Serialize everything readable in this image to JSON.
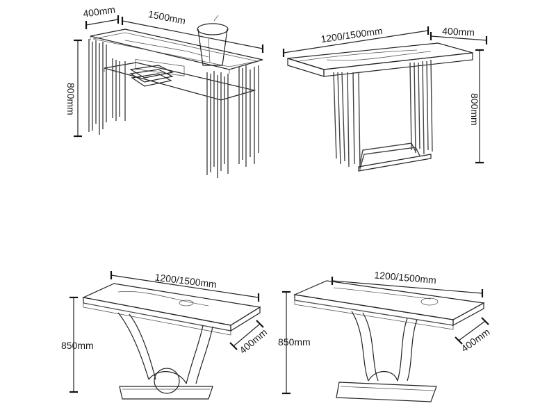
{
  "figures": [
    {
      "id": "table-1",
      "depth": "400mm",
      "length": "1500mm",
      "height": "800mm"
    },
    {
      "id": "table-2",
      "length": "1200/1500mm",
      "depth": "400mm",
      "height": "800mm"
    },
    {
      "id": "table-3",
      "length": "1200/1500mm",
      "depth": "400mm",
      "height": "850mm"
    },
    {
      "id": "table-4",
      "length": "1200/1500mm",
      "depth": "400mm",
      "height": "850mm"
    }
  ],
  "colors": {
    "ink": "#222222",
    "background": "#ffffff"
  }
}
